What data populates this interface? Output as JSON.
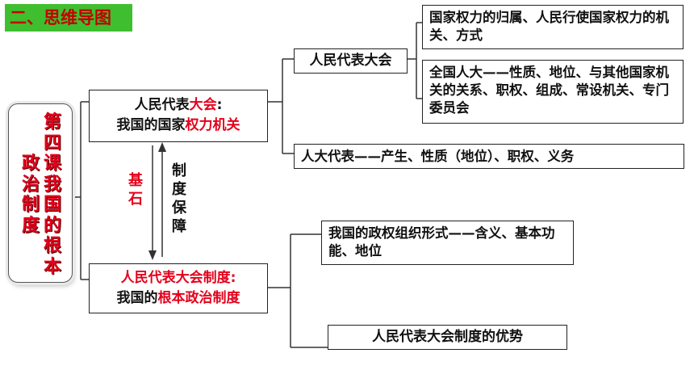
{
  "header": {
    "title": "二、思维导图"
  },
  "root": {
    "columns": [
      [
        "政",
        "治",
        "制",
        "度"
      ],
      [
        "第",
        "四",
        "课",
        "我",
        "国",
        "的",
        "根",
        "本"
      ]
    ]
  },
  "node_top": {
    "line1_black": "人民代表",
    "line1_red": "大会",
    "line1_colon": ":",
    "line2_black": "我国的国家",
    "line2_red": "权力机关"
  },
  "node_bottom": {
    "line1_red": "人民代表大会制度:",
    "line2_black": "我国的",
    "line2_red": "根本政治制度"
  },
  "relation": {
    "left_label": [
      "基",
      "石"
    ],
    "right_label": [
      "制",
      "度",
      "保",
      "障"
    ]
  },
  "branch_npc": {
    "label": "人民代表大会",
    "leaves": [
      {
        "text": "国家权力的归属、人民行使国家权力的机关、方式"
      },
      {
        "text": "全国人大——性质、地位、与其他国家机关的关系、职权、组成、常设机关、专门委员会"
      }
    ]
  },
  "branch_deputy": {
    "label": "人大代表——产生、性质（地位）、职权、义务"
  },
  "branch_system": {
    "leaves": [
      {
        "text": "我国的政权组织形式——含义、基本功能、地位"
      },
      {
        "text": "人民代表大会制度的优势"
      }
    ]
  }
}
